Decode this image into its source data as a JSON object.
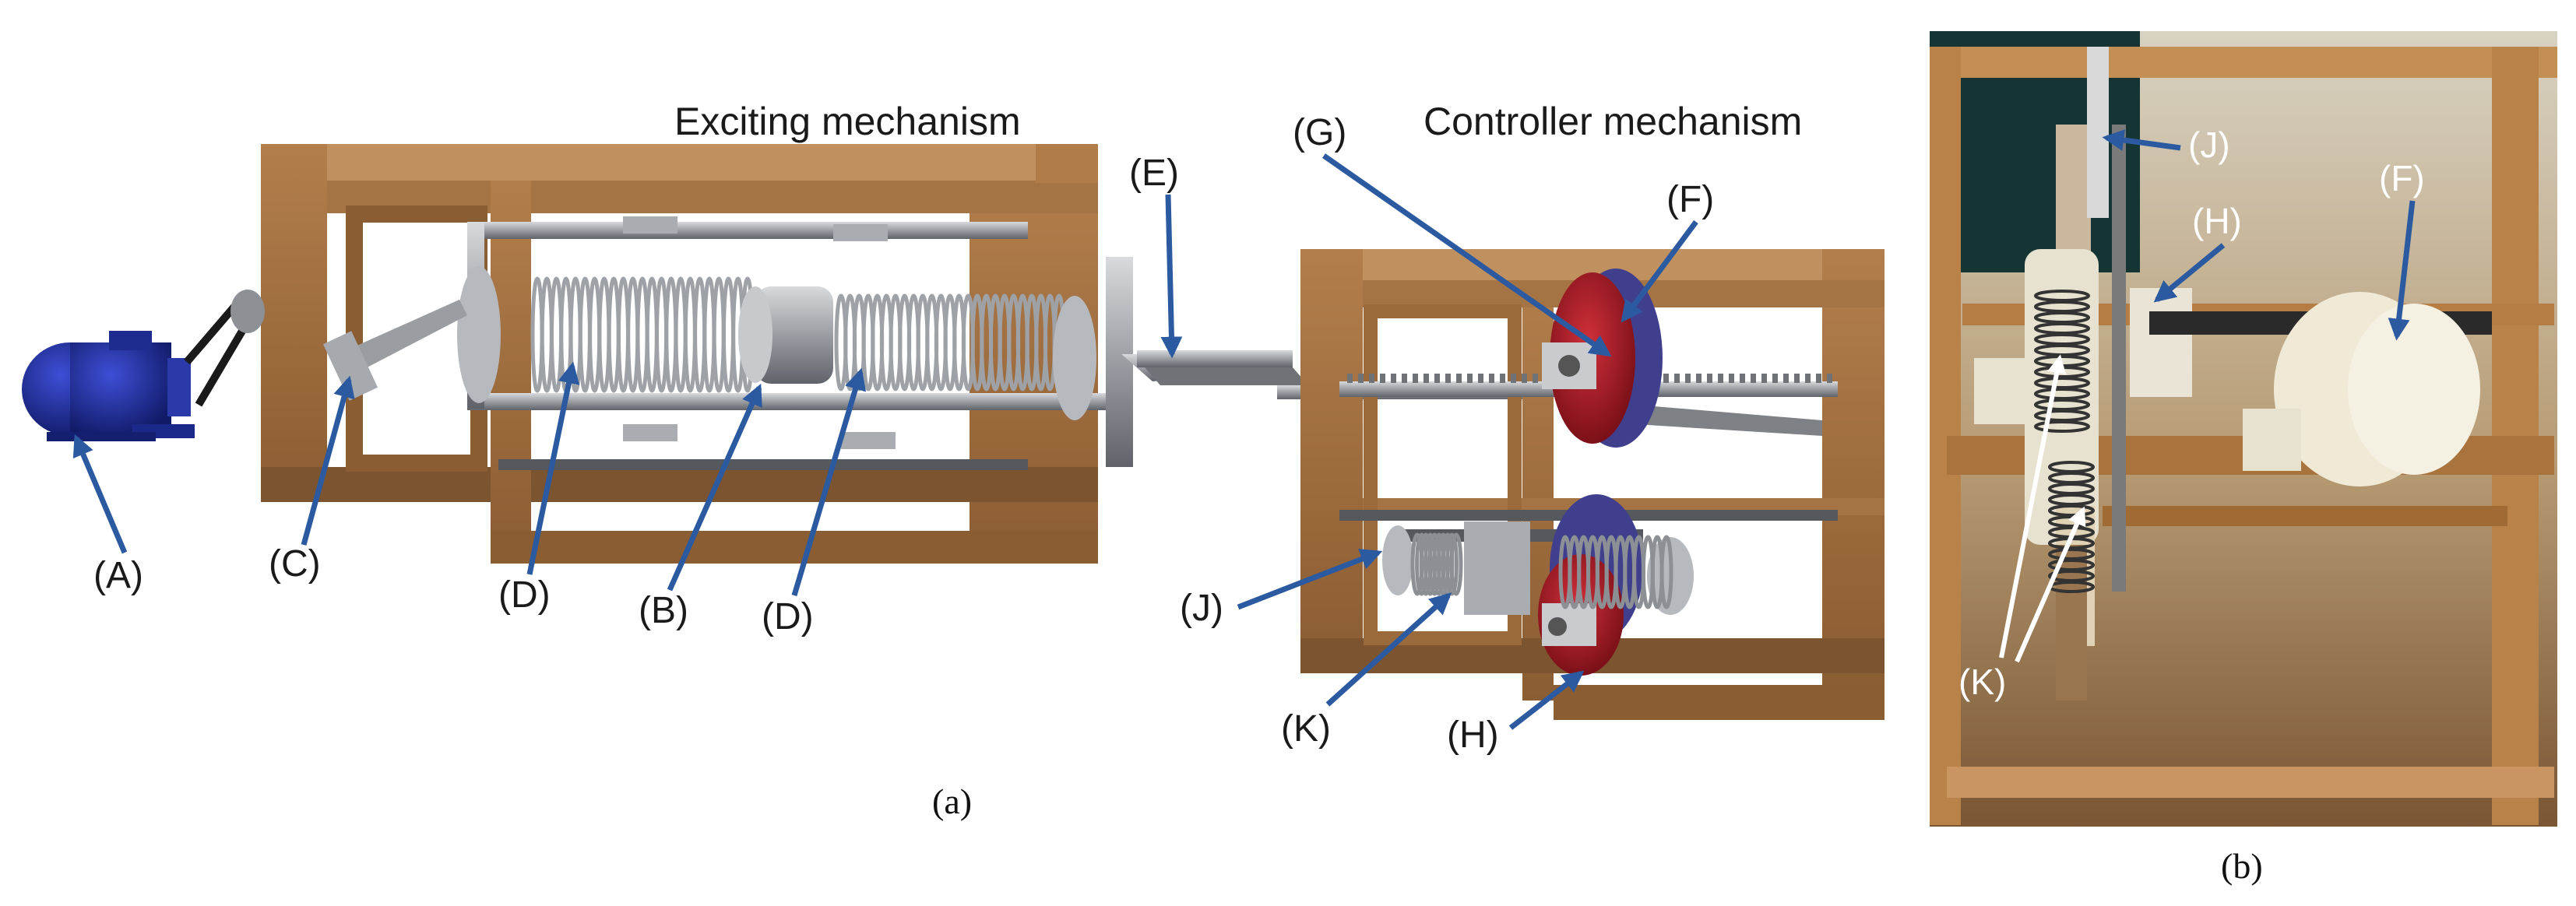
{
  "panel_a": {
    "titles": {
      "exciting": "Exciting mechanism",
      "controller": "Controller mechanism"
    },
    "labels": {
      "A": "(A)",
      "B": "(B)",
      "C": "(C)",
      "D1": "(D)",
      "D2": "(D)",
      "E": "(E)",
      "F": "(F)",
      "G": "(G)",
      "H": "(H)",
      "J": "(J)",
      "K": "(K)"
    },
    "caption": "(a)"
  },
  "panel_b": {
    "labels": {
      "J": "(J)",
      "H": "(H)",
      "F": "(F)",
      "K": "(K)"
    },
    "caption": "(b)"
  },
  "colors": {
    "wood": "#9a6a3c",
    "wood_dark": "#6e4722",
    "steel": "#8d9095",
    "motor": "#1b2a8a",
    "red_disk": "#b01c24",
    "arrow": "#2c5aa0"
  }
}
